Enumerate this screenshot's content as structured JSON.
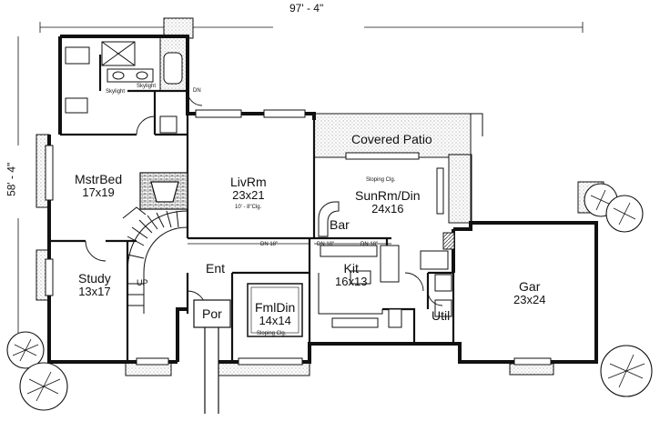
{
  "dimensions": {
    "width": "97' - 4\"",
    "depth": "58' - 4\""
  },
  "rooms": {
    "mstr_bed": {
      "name": "MstrBed",
      "size": "17x19"
    },
    "liv_rm": {
      "name": "LivRm",
      "size": "23x21",
      "note": "10' - 8\"Clg."
    },
    "sun_rm": {
      "name": "SunRm/Din",
      "size": "24x16",
      "note": "Sloping Clg."
    },
    "covered_patio": {
      "name": "Covered Patio"
    },
    "bar": {
      "name": "Bar"
    },
    "study": {
      "name": "Study",
      "size": "13x17"
    },
    "ent": {
      "name": "Ent"
    },
    "kit": {
      "name": "Kit",
      "size": "16x13"
    },
    "fml_din": {
      "name": "FmlDin",
      "size": "14x14",
      "note": "Sloping Clg."
    },
    "por": {
      "name": "Por"
    },
    "util": {
      "name": "Util"
    },
    "gar": {
      "name": "Gar",
      "size": "23x24"
    }
  },
  "annotations": {
    "skylight_1": "Skylight",
    "skylight_2": "Skylight",
    "dn_1": "DN",
    "dn_2": "DN 18\"",
    "dn_3": "DN 18\"",
    "dn_4": "DN 18\"",
    "up": "UP"
  },
  "colors": {
    "line": "#111111",
    "fill": "#ffffff",
    "hatch": "#555555"
  }
}
